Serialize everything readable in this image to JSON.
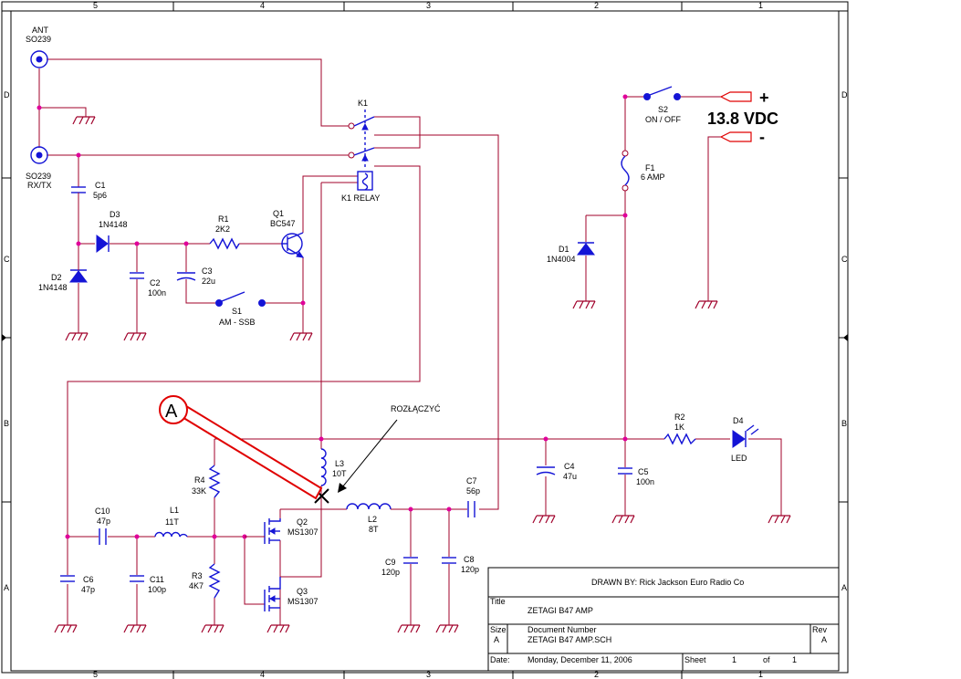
{
  "border": {
    "col_labels": [
      "5",
      "4",
      "3",
      "2",
      "1"
    ],
    "row_labels": [
      "D",
      "C",
      "B",
      "A"
    ]
  },
  "components": {
    "ant": [
      "ANT",
      "SO239"
    ],
    "rxtx": [
      "SO239",
      "RX/TX"
    ],
    "c1": [
      "C1",
      "5p6"
    ],
    "d3": [
      "D3",
      "1N4148"
    ],
    "d2": [
      "D2",
      "1N4148"
    ],
    "r1": [
      "R1",
      "2K2"
    ],
    "q1": [
      "Q1",
      "BC547"
    ],
    "c2": [
      "C2",
      "100n"
    ],
    "c3": [
      "C3",
      "22u"
    ],
    "s1": [
      "S1",
      "AM - SSB"
    ],
    "k1": "K1",
    "k1relay": "K1 RELAY",
    "s2": [
      "S2",
      "ON / OFF"
    ],
    "f1": [
      "F1",
      "6 AMP"
    ],
    "d1": [
      "D1",
      "1N4004"
    ],
    "vdc": "13.8 VDC",
    "plus": "+",
    "minus": "-",
    "r2": [
      "R2",
      "1K"
    ],
    "d4": [
      "D4",
      "LED"
    ],
    "c4": [
      "C4",
      "47u"
    ],
    "c5": [
      "C5",
      "100n"
    ],
    "l3": [
      "L3",
      "10T"
    ],
    "c7": [
      "C7",
      "56p"
    ],
    "l2": [
      "L2",
      "8T"
    ],
    "c9": [
      "C9",
      "120p"
    ],
    "c8": [
      "C8",
      "120p"
    ],
    "r4": [
      "R4",
      "33K"
    ],
    "r3": [
      "R3",
      "4K7"
    ],
    "c10": [
      "C10",
      "47p"
    ],
    "l1": [
      "L1",
      "11T"
    ],
    "c6": [
      "C6",
      "47p"
    ],
    "c11": [
      "C11",
      "100p"
    ],
    "q2": [
      "Q2",
      "MS1307"
    ],
    "q3": [
      "Q3",
      "MS1307"
    ],
    "annotation": "ROZŁĄCZYĆ",
    "marker": "A"
  },
  "title_block": {
    "drawn_by": "DRAWN BY: Rick Jackson  Euro Radio Co",
    "title_label": "Title",
    "title": "ZETAGI B47 AMP",
    "size_label": "Size",
    "size": "A",
    "doc_label": "Document Number",
    "doc": "ZETAGI B47 AMP.SCH",
    "rev_label": "Rev",
    "rev": "A",
    "date_label": "Date:",
    "date": "Monday, December 11, 2006",
    "sheet_label": "Sheet",
    "sheet": "1",
    "of_label": "of",
    "of": "1"
  }
}
